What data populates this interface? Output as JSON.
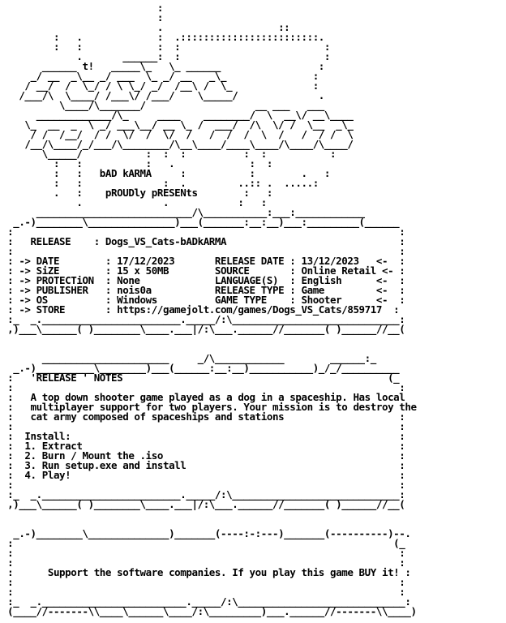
{
  "document": {
    "lines": [
      "                           :",
      "                           :",
      "                           .                    ::",
      "         :   .             :  .::::::::::::::::::::::::.",
      "         :   :             :  :                         :",
      "             .       ______:  :                         :",
      "       ______ t!   _____\\_   \\_ ______                 :",
      "     _/ __  _\\__ _/ ___  \\_ _/ __   _\\_               :",
      "    / __/  /  \\_/ / \\ \\_/ _/  /__\\ /  \\_              :",
      "   /___/\\  \\____/ /___\\/ /___/    \\_____/              .",
      "          \\____/\\_______/                   __ ___   ___",
      "      _____________/\\_     ____    ________/  \\  __\\/ __\\____",
      "    \\_  __  _  \\ _/ ___\\__/ __ \\_ /  ___/  /\\  \\/ /  \\__  _\\_",
      "     / /  /__/  / /  \\/  /  \\/  /   /  /  /  \\  /   /  / /  \\",
      "    /__/\\____/_/___/\\________/\\__\\____/____\\____/\\____/\\____/",
      "       \\_____/           :  :  :          :  :           :",
      "         :   :           :   .             :  :",
      "         :   :   bAD kARMA     :           :        .   :",
      "         :   :              :  .         ..:: .  .....:",
      "         .   :    pROUDly pRESENts        :   :",
      "             .              .            :   :",
      "      ___________________________/\\___________:___:____________",
      "  _.-)________\\_______________)___(_______:__:__)___:_________(______",
      " :                                                                   :",
      " :   RELEASE    : Dogs_VS_Cats-bADkARMA                              :",
      " :                                                                   :",
      " : -> DATE        : 17/12/2023       RELEASE DATE : 13/12/2023   <-  :",
      " : -> SiZE        : 15 x 50MB        SOURCE       : Online Retail <- :",
      " : -> PROTECTiON  : None             LANGUAGE(S)  : English      <-  :",
      " : -> PUBLISHER   : nois0a           RELEASE TYPE : Game         <-  :",
      " : -> OS          : Windows          GAME TYPE    : Shooter      <-  :",
      " : -> STORE       : https://gamejolt.com/games/Dogs_VS_Cats/859717  :",
      " :_  _.________________________._____/:\\_____________________________:",
      " ,)___\\______( )________\\____.___|/:\\___.______//_______( )______//__(",
      "",
      "",
      "       ______________________     _/\\____________        ______:_",
      "  _.-)__________\\________)___(______:__:__)___________)_/_/__________",
      " :   'RELEASE ' NOTES                                              (_",
      " :                                                                   :",
      " :   A top down shooter game played as a dog in a spaceship. Has local",
      " :   multiplayer support for two players. Your mission is to destroy the",
      " :   cat army composed of spaceships and stations                    :",
      " :                                                                   :",
      " :  Install:                                                         :",
      " :  1. Extract                                                       :",
      " :  2. Burn / Mount the .iso                                         :",
      " :  3. Run setup.exe and install                                     :",
      " :  4. Play!                                                         :",
      " :                                                                   :",
      " :_  _.________________________._____/:\\_____________________________:",
      " ,)___\\______( )________\\____.___|/:\\___.______//_______( )______//__(",
      "",
      "",
      "  _.-)________\\______________)_______(----:-:---)_______(----------)--.",
      " :                                                                  (_",
      " :                                                                   :",
      " :                                                                   :",
      " :      Support the software companies. If you play this game BUY it! :",
      " :                                                                   :",
      " :                                                                   :",
      " :_  _._________________________._____/:\\_____________________________:",
      " (____//-------\\\\____\\______\\____/:\\_________)___.______//-------\\\\____)"
    ]
  }
}
